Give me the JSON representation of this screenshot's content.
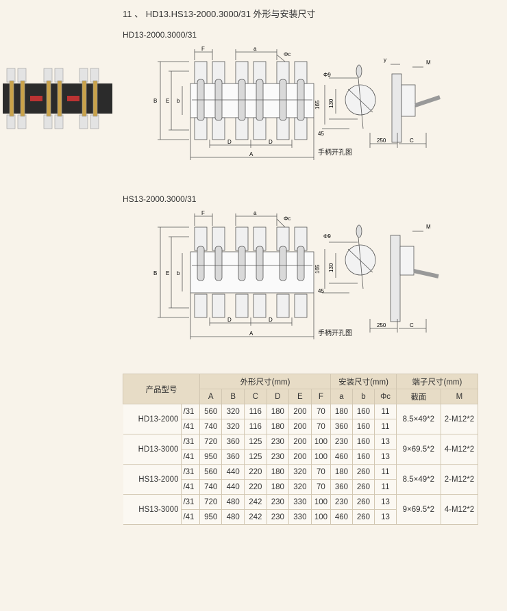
{
  "page": {
    "title": "11 、 HD13.HS13-2000.3000/31 外形与安装尺寸",
    "section1": "HD13-2000.3000/31",
    "section2": "HS13-2000.3000/31"
  },
  "diagram": {
    "dim_F": "F",
    "dim_a": "a",
    "dim_phic": "Φc",
    "dim_B": "B",
    "dim_E": "E",
    "dim_b": "b",
    "dim_D": "D",
    "dim_A": "A",
    "dim_phi9": "Φ9",
    "dim_165": "165",
    "dim_130": "130",
    "dim_45": "45",
    "dim_250": "250",
    "dim_C": "C",
    "dim_y": "y",
    "dim_M": "M",
    "hole_caption": "手柄开孔图"
  },
  "table": {
    "headers": {
      "model": "产品型号",
      "outer": "外形尺寸(mm)",
      "install": "安装尺寸(mm)",
      "terminal": "端子尺寸(mm)",
      "A": "A",
      "B": "B",
      "C": "C",
      "D": "D",
      "E": "E",
      "F": "F",
      "a": "a",
      "b": "b",
      "phic": "Φc",
      "section": "截面",
      "M": "M"
    },
    "groups": [
      {
        "model": "HD13-2000",
        "section": "8.5×49*2",
        "M": "2-M12*2",
        "rows": [
          {
            "pole": "/31",
            "A": "560",
            "B": "320",
            "C": "116",
            "D": "180",
            "E": "200",
            "F": "70",
            "a": "180",
            "b": "160",
            "c": "11"
          },
          {
            "pole": "/41",
            "A": "740",
            "B": "320",
            "C": "116",
            "D": "180",
            "E": "200",
            "F": "70",
            "a": "360",
            "b": "160",
            "c": "11"
          }
        ]
      },
      {
        "model": "HD13-3000",
        "section": "9×69.5*2",
        "M": "4-M12*2",
        "rows": [
          {
            "pole": "/31",
            "A": "720",
            "B": "360",
            "C": "125",
            "D": "230",
            "E": "200",
            "F": "100",
            "a": "230",
            "b": "160",
            "c": "13"
          },
          {
            "pole": "/41",
            "A": "950",
            "B": "360",
            "C": "125",
            "D": "230",
            "E": "200",
            "F": "100",
            "a": "460",
            "b": "160",
            "c": "13"
          }
        ]
      },
      {
        "model": "HS13-2000",
        "section": "8.5×49*2",
        "M": "2-M12*2",
        "rows": [
          {
            "pole": "/31",
            "A": "560",
            "B": "440",
            "C": "220",
            "D": "180",
            "E": "320",
            "F": "70",
            "a": "180",
            "b": "260",
            "c": "11"
          },
          {
            "pole": "/41",
            "A": "740",
            "B": "440",
            "C": "220",
            "D": "180",
            "E": "320",
            "F": "70",
            "a": "360",
            "b": "260",
            "c": "11"
          }
        ]
      },
      {
        "model": "HS13-3000",
        "section": "9×69.5*2",
        "M": "4-M12*2",
        "rows": [
          {
            "pole": "/31",
            "A": "720",
            "B": "480",
            "C": "242",
            "D": "230",
            "E": "330",
            "F": "100",
            "a": "230",
            "b": "260",
            "c": "13"
          },
          {
            "pole": "/41",
            "A": "950",
            "B": "480",
            "C": "242",
            "D": "230",
            "E": "330",
            "F": "100",
            "a": "460",
            "b": "260",
            "c": "13"
          }
        ]
      }
    ]
  }
}
